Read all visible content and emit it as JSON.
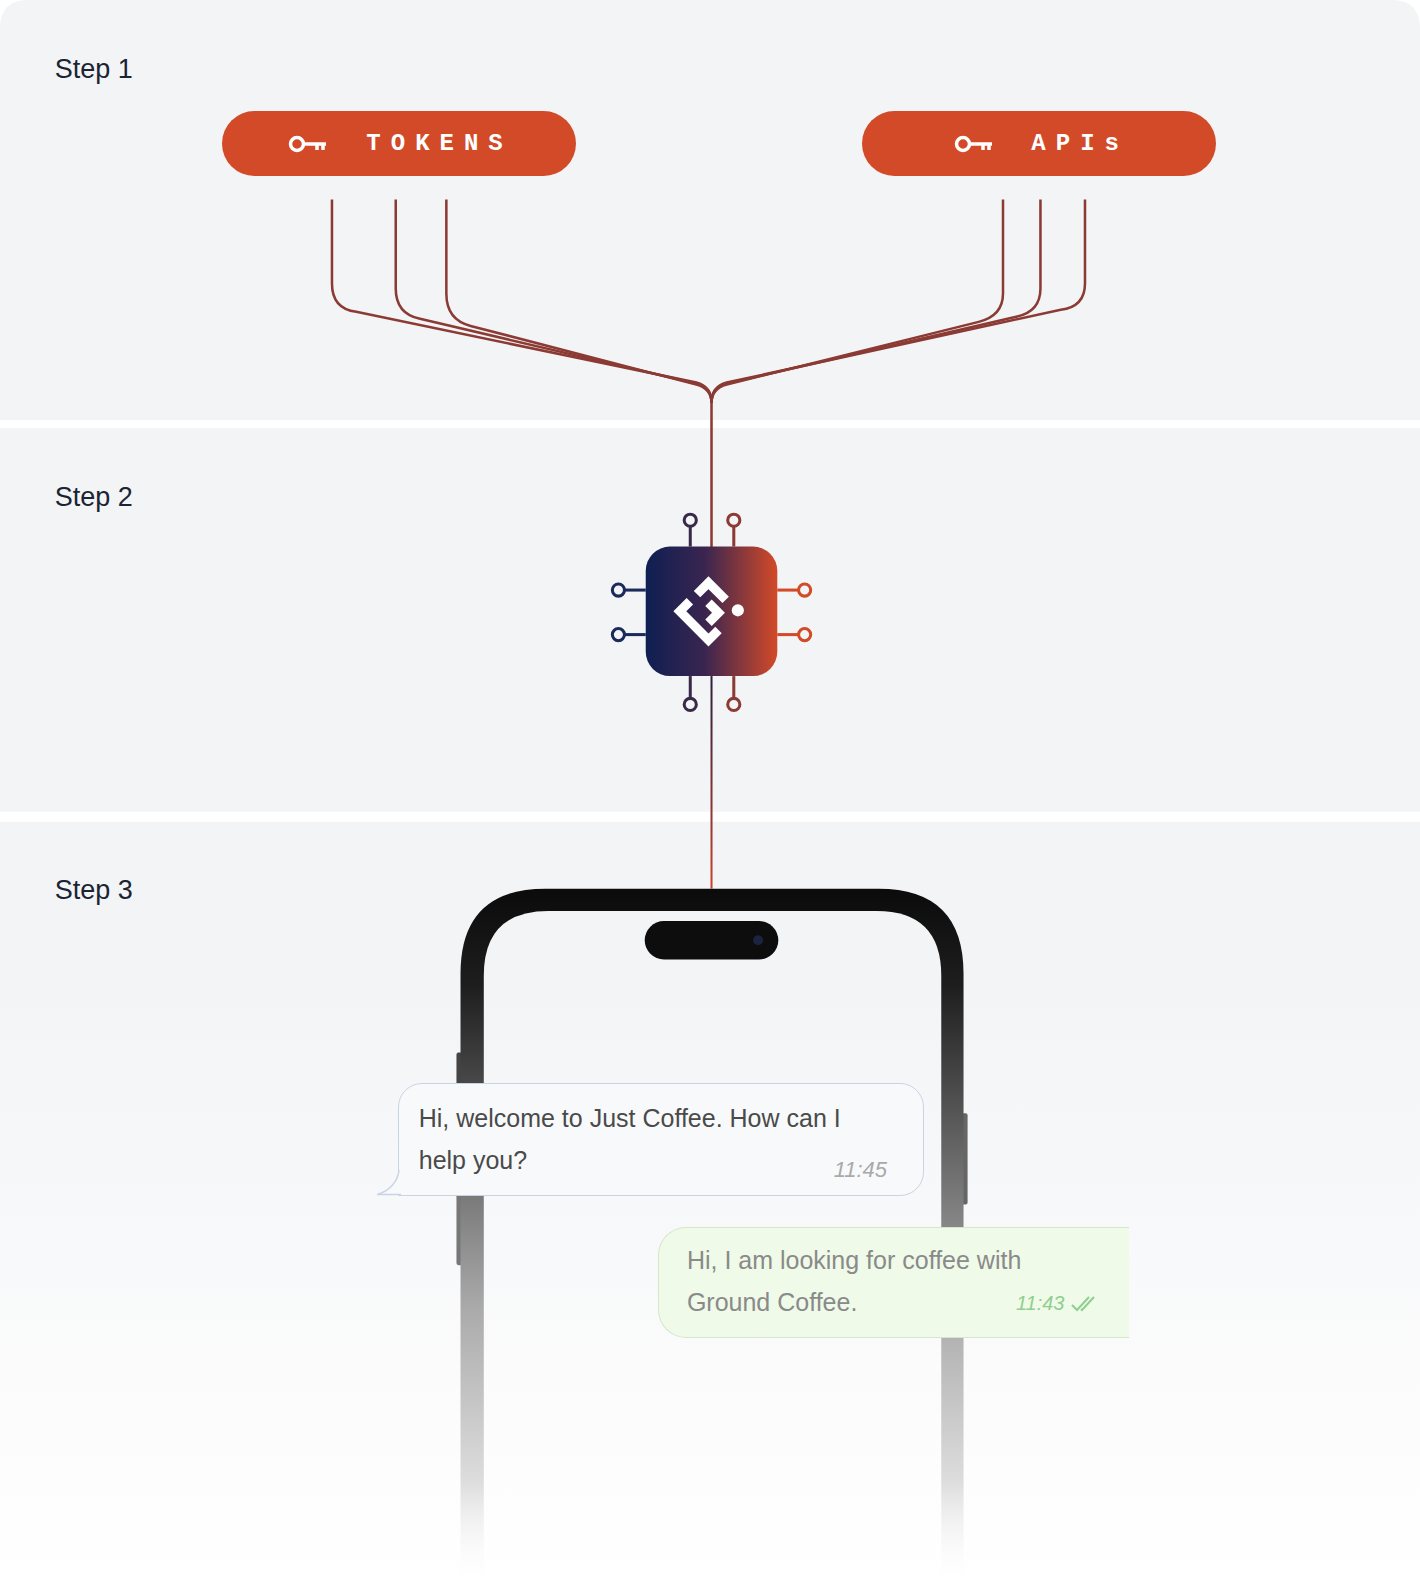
{
  "diagram": {
    "nodes": [
      {
        "text": [
          "Step 1"
        ]
      },
      {
        "text": [
          "TOKENS"
        ],
        "in": 0
      },
      {
        "text": [
          "APIs"
        ],
        "in": 0
      },
      {
        "text": [
          "Step 2"
        ]
      },
      {
        "text": [
          "Step 3"
        ]
      },
      {
        "text": [
          "Hi, welcome to Just Coffee. How can I help you?",
          "11:45"
        ],
        "in": 4
      },
      {
        "text": [
          "Hi, I am looking for coffee with Ground Coffee.",
          "11:43"
        ],
        "in": 4
      }
    ]
  }
}
